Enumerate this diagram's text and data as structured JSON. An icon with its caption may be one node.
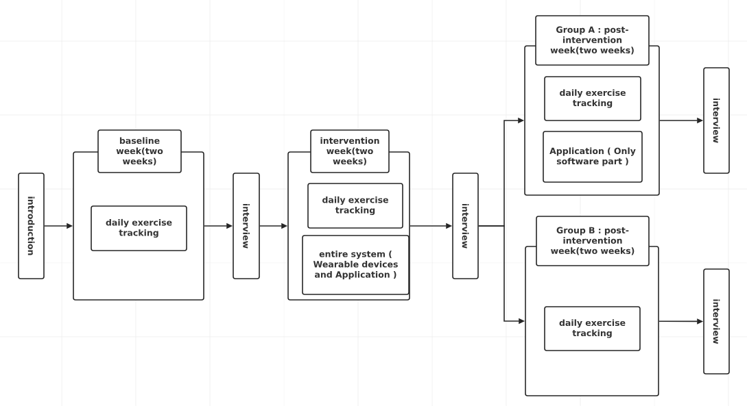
{
  "diagram": {
    "nodes": [
      {
        "text": [
          "introduction"
        ]
      },
      {
        "text": [],
        "shape": "box"
      },
      {
        "text": [
          "baseline week(two weeks)"
        ]
      },
      {
        "text": [
          "daily exercise tracking"
        ],
        "in": 1
      },
      {
        "text": [
          "interview"
        ]
      },
      {
        "text": [],
        "shape": "box"
      },
      {
        "text": [
          "intervention week(two weeks)"
        ]
      },
      {
        "text": [
          "daily exercise tracking"
        ],
        "in": 5
      },
      {
        "text": [
          "entire system ( Wearable devices and Application )"
        ],
        "in": 5
      },
      {
        "text": [
          "interview"
        ]
      },
      {
        "text": [],
        "shape": "box"
      },
      {
        "text": [
          "Group A : post-intervention week(two weeks)"
        ]
      },
      {
        "text": [
          "daily exercise tracking"
        ],
        "in": 10
      },
      {
        "text": [
          "Application ( Only software part )"
        ],
        "in": 10
      },
      {
        "text": [
          "interview"
        ]
      },
      {
        "text": [],
        "shape": "box"
      },
      {
        "text": [
          "Group B : post-intervention week(two weeks)"
        ]
      },
      {
        "text": [
          "daily exercise tracking"
        ],
        "in": 15
      },
      {
        "text": [
          "interview"
        ]
      }
    ],
    "edges": [
      {
        "from": 0,
        "to": 1,
        "arrow": "to"
      },
      {
        "from": 1,
        "to": 4,
        "arrow": "to"
      },
      {
        "from": 4,
        "to": 5,
        "arrow": "to"
      },
      {
        "from": 5,
        "to": 9,
        "arrow": "to"
      },
      {
        "from": 9,
        "to": 10,
        "arrow": "to"
      },
      {
        "from": 9,
        "to": 15,
        "arrow": "to"
      },
      {
        "from": 10,
        "to": 14,
        "arrow": "to"
      },
      {
        "from": 15,
        "to": 18,
        "arrow": "to"
      }
    ]
  }
}
